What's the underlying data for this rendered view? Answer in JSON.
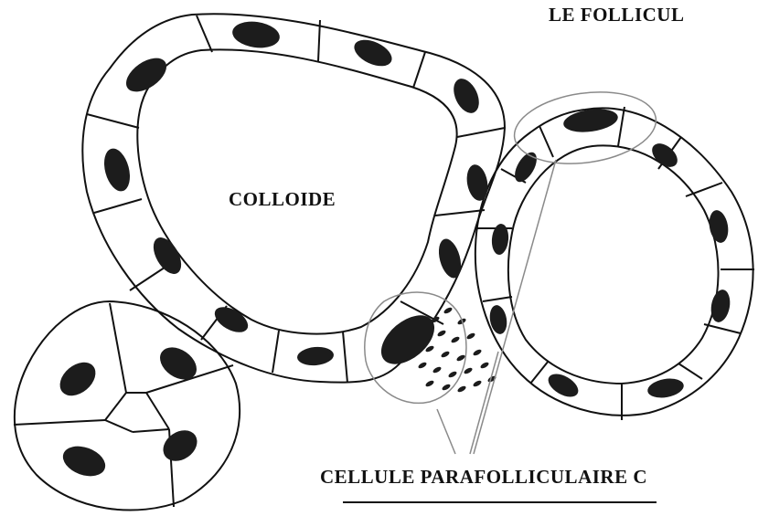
{
  "title": "LE FOLLICUL",
  "labels": {
    "colloid": "COLLOIDE",
    "parafollicular": "CELLULE PARAFOLLICULAIRE C"
  },
  "colors": {
    "ink": "#111111",
    "nucleus": "#1c1c1c",
    "pencil": "#8a8a8a",
    "background": "#ffffff"
  }
}
